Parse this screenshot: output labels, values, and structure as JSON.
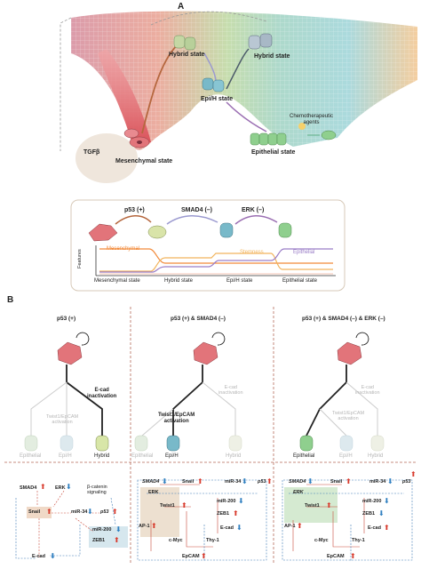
{
  "panel_a": {
    "letter": "A",
    "landscape": {
      "hybrid_left": "Hybrid state",
      "hybrid_right": "Hybrid state",
      "epi_h": "Epi/H state",
      "epithelial": "Epithelial state",
      "chemo": "Chemotherapeutic\nagents",
      "tgfb": "TGFβ",
      "mesenchymal": "Mesenchymal state"
    },
    "timeline": {
      "p53": "p53 (+)",
      "smad4": "SMAD4 (–)",
      "erk": "ERK (–)",
      "features_axis": "Features",
      "curve_mesenchymal": "Mesenchymal",
      "curve_stemness": "Stemness",
      "curve_epithelial": "Epithelial",
      "states": [
        "Mesenchymal state",
        "Hybrid state",
        "Epi/H state",
        "Epithelial state"
      ]
    }
  },
  "panel_b": {
    "letter": "B",
    "columns": [
      {
        "title": "p53 (+)",
        "branch_label": "E-cad\ninactivation",
        "faint_label": "Twist1/EpCAM\nactivation",
        "bottom_labels": [
          "Epithelial",
          "Epi/H",
          "Hybrid"
        ],
        "network": [
          "SMAD4",
          "ERK",
          "β-catenin\nsignaling",
          "Snail",
          "miR-34",
          "p53",
          "miR-200",
          "ZEB1",
          "E-cad"
        ]
      },
      {
        "title": "p53 (+) & SMAD4 (–)",
        "branch_label": "Twist1/EpCAM\nactivation",
        "faint_label": "E-cad\ninactivation",
        "bottom_labels": [
          "Epithelial",
          "Epi/H",
          "Hybrid"
        ],
        "network": [
          "SMAD4",
          "ERK",
          "Snail",
          "miR-34",
          "p53",
          "Twist1",
          "miR-200",
          "ZEB1",
          "AP-1",
          "E-cad",
          "c-Myc",
          "Thy-1",
          "EpCAM"
        ]
      },
      {
        "title": "p53 (+) & SMAD4 (–) & ERK (–)",
        "branch_label": "",
        "faint_label": "E-cad\ninactivation",
        "faint_label2": "Twist1/EpCAM\nactivation",
        "bottom_labels": [
          "Epithelial",
          "Epi/H",
          "Hybrid"
        ],
        "network": [
          "SMAD4",
          "ERK",
          "Snail",
          "miR-34",
          "p53",
          "Twist1",
          "miR-200",
          "ZEB1",
          "AP-1",
          "E-cad",
          "c-Myc",
          "Thy-1",
          "EpCAM"
        ]
      }
    ]
  },
  "colors": {
    "mesenchymal": "#e2747a",
    "hybrid": "#c5d7a4",
    "epi_h": "#78b9c9",
    "epithelial": "#8fcf8e",
    "up_arrow": "#d83a2c",
    "down_arrow": "#2f7fc0",
    "stemness": "#f2b45d",
    "epithelial_curve": "#9a7dc7",
    "mesenchymal_curve": "#f28a3a"
  }
}
